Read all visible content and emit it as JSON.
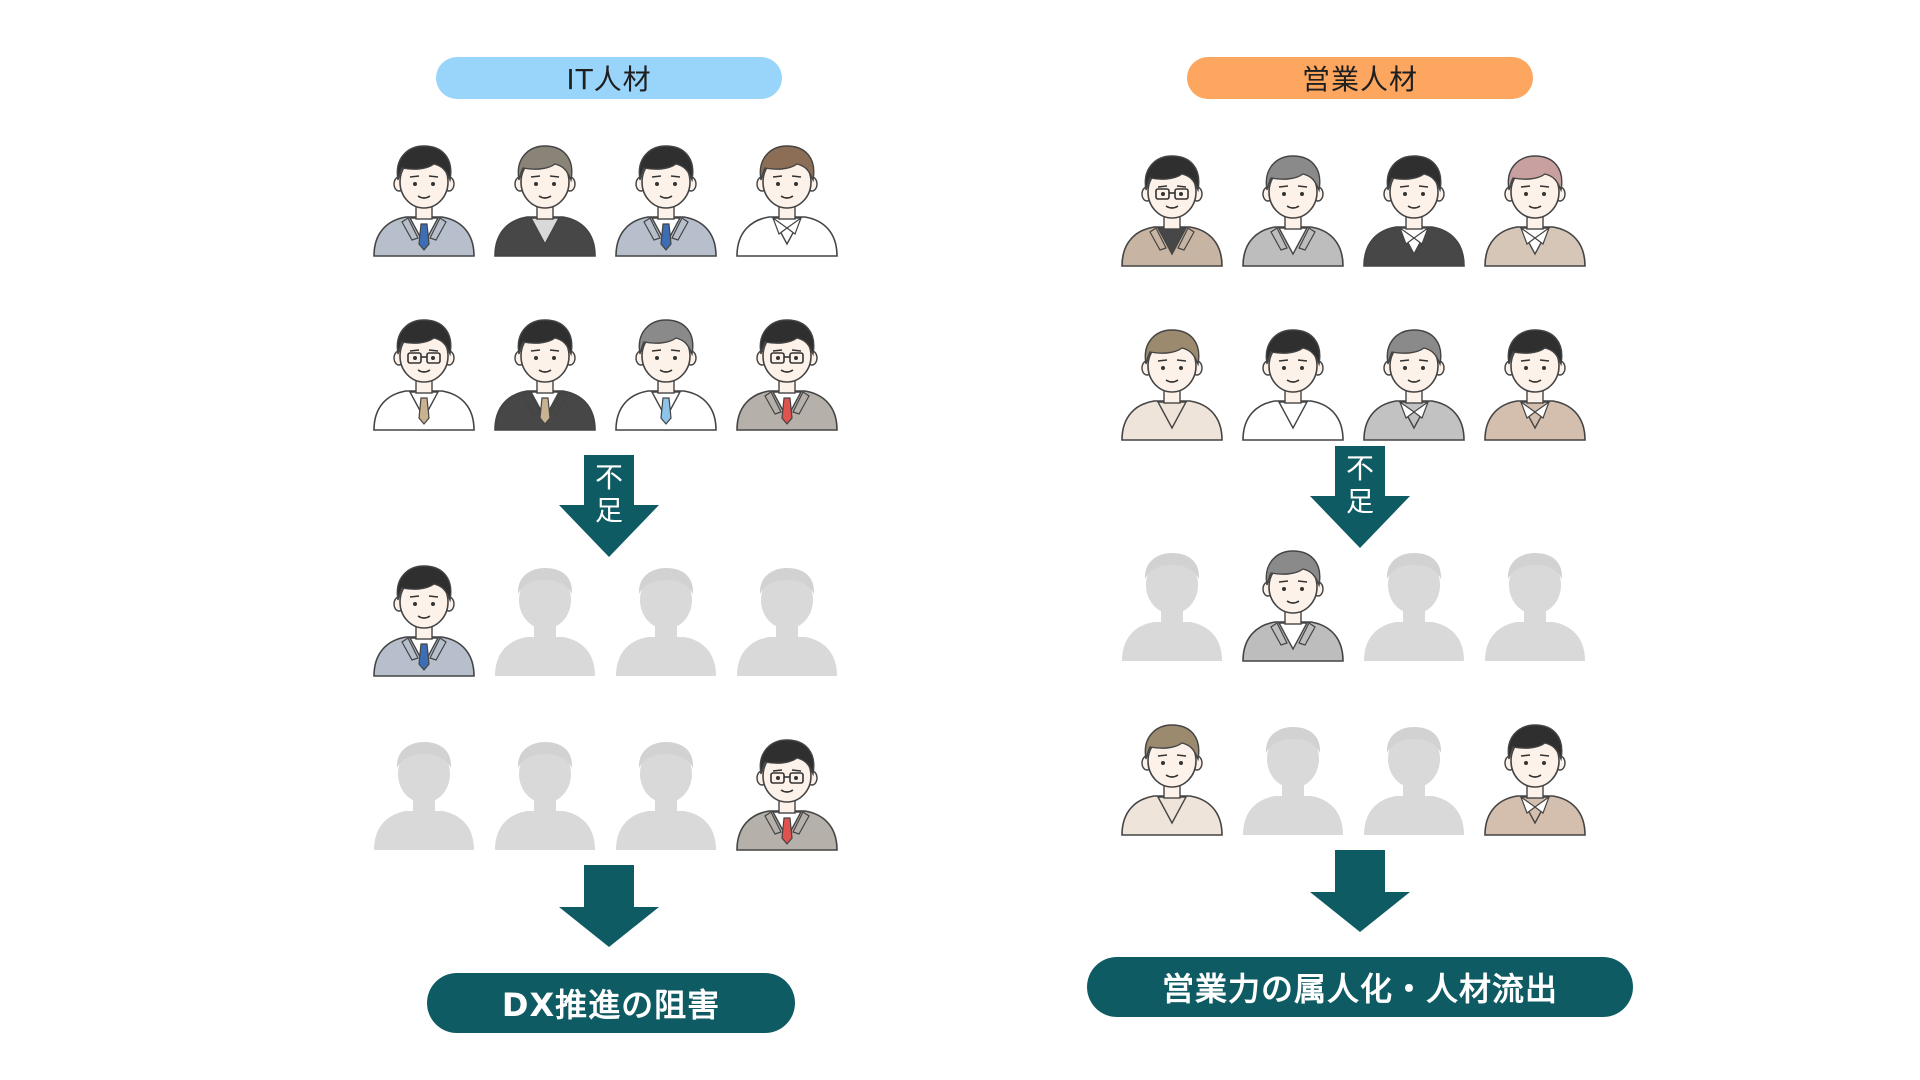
{
  "colors": {
    "it_pill": "#99d4fb",
    "sales_pill": "#fda65f",
    "dark_teal": "#0f5b63",
    "ghost": "#d9d9d9"
  },
  "left": {
    "header": "IT人材",
    "arrow_label_1": "不",
    "arrow_label_2": "足",
    "result": "DX推進の阻害",
    "before": [
      {
        "icon": "man-suit-blue-tie-icon"
      },
      {
        "icon": "man-black-cardigan-icon"
      },
      {
        "icon": "man-suit-blue-tie-icon"
      },
      {
        "icon": "man-white-shirt-icon"
      },
      {
        "icon": "man-glasses-beige-tie-icon"
      },
      {
        "icon": "man-dark-suit-icon"
      },
      {
        "icon": "man-blue-tie-icon"
      },
      {
        "icon": "man-glasses-red-tie-icon"
      }
    ],
    "after": [
      {
        "icon": "man-suit-blue-tie-icon"
      },
      {
        "icon": "missing-person-silhouette-icon"
      },
      {
        "icon": "missing-person-silhouette-icon"
      },
      {
        "icon": "missing-person-silhouette-icon"
      },
      {
        "icon": "missing-person-silhouette-icon"
      },
      {
        "icon": "missing-person-silhouette-icon"
      },
      {
        "icon": "missing-person-silhouette-icon"
      },
      {
        "icon": "man-glasses-red-tie-icon"
      }
    ]
  },
  "right": {
    "header": "営業人材",
    "arrow_label_1": "不",
    "arrow_label_2": "足",
    "result": "営業力の属人化・人材流出",
    "before": [
      {
        "icon": "man-glasses-brown-jacket-icon"
      },
      {
        "icon": "man-gray-jacket-icon"
      },
      {
        "icon": "man-black-vest-icon"
      },
      {
        "icon": "man-beige-cardigan-icon"
      },
      {
        "icon": "man-beige-sweater-icon"
      },
      {
        "icon": "man-white-sweater-icon"
      },
      {
        "icon": "man-gray-polo-icon"
      },
      {
        "icon": "man-brown-polo-icon"
      }
    ],
    "after": [
      {
        "icon": "missing-person-silhouette-icon"
      },
      {
        "icon": "man-gray-jacket-icon"
      },
      {
        "icon": "missing-person-silhouette-icon"
      },
      {
        "icon": "missing-person-silhouette-icon"
      },
      {
        "icon": "man-beige-sweater-icon"
      },
      {
        "icon": "missing-person-silhouette-icon"
      },
      {
        "icon": "missing-person-silhouette-icon"
      },
      {
        "icon": "man-brown-polo-icon"
      }
    ]
  }
}
